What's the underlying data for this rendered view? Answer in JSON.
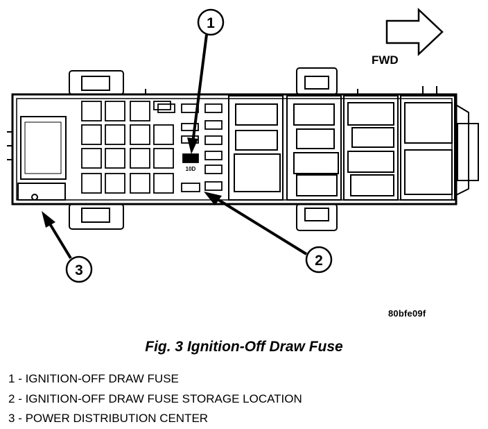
{
  "diagram": {
    "direction_label": "FWD",
    "callouts": [
      "1",
      "2",
      "3"
    ],
    "fuse_label": "10D"
  },
  "figure_id": "80bfe09f",
  "caption": "Fig. 3 Ignition-Off Draw Fuse",
  "legend": [
    {
      "number": "1",
      "text": "IGNITION-OFF DRAW FUSE"
    },
    {
      "number": "2",
      "text": "IGNITION-OFF DRAW FUSE STORAGE LOCATION"
    },
    {
      "number": "3",
      "text": "POWER DISTRIBUTION CENTER"
    }
  ]
}
